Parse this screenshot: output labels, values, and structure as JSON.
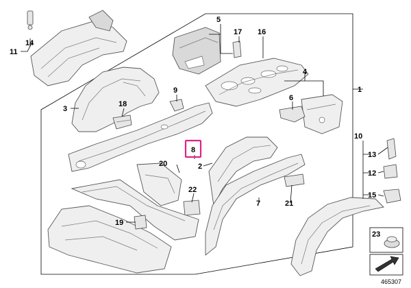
{
  "diagram": {
    "callouts": {
      "c1": "1",
      "c2": "2",
      "c3": "3",
      "c4": "4",
      "c5": "5",
      "c6": "6",
      "c7": "7",
      "c8": "8",
      "c9": "9",
      "c10": "10",
      "c11": "11",
      "c12": "12",
      "c13": "13",
      "c14": "14",
      "c15": "15",
      "c16": "16",
      "c17": "17",
      "c18": "18",
      "c19": "19",
      "c20": "20",
      "c21": "21",
      "c22": "22",
      "c23": "23"
    },
    "highlighted_callout": "8",
    "highlight_color": "#e0218a",
    "icons": {
      "clip_box": "rubber-clip-icon",
      "arrow_box": "direction-arrow-icon"
    },
    "diagram_number": "465307"
  }
}
